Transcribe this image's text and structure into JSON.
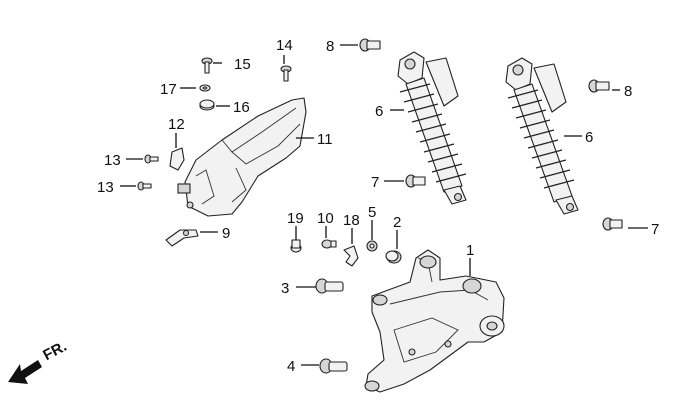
{
  "callouts": {
    "c1": "1",
    "c2": "2",
    "c3": "3",
    "c4": "4",
    "c5": "5",
    "c6a": "6",
    "c6b": "6",
    "c7a": "7",
    "c7b": "7",
    "c8a": "8",
    "c8b": "8",
    "c9": "9",
    "c10": "10",
    "c11": "11",
    "c12": "12",
    "c13a": "13",
    "c13b": "13",
    "c14": "14",
    "c15": "15",
    "c16": "16",
    "c17": "17",
    "c18": "18",
    "c19": "19"
  },
  "direction": {
    "front": "FR.",
    "front_icon": "arrow-icon"
  }
}
